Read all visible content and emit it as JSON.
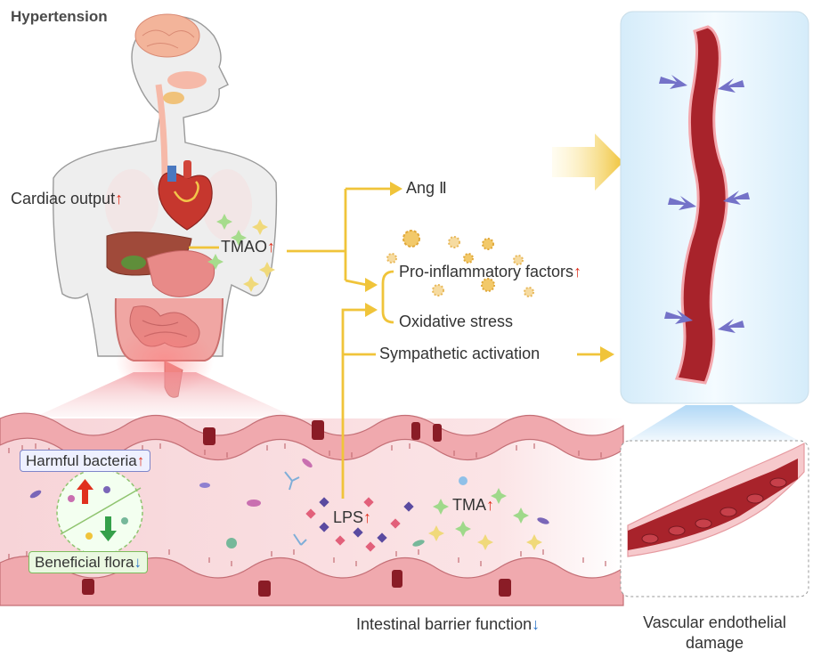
{
  "title": "Hypertension",
  "labels": {
    "cardiac_output": "Cardiac output",
    "tmao": "TMAO",
    "ang2": "Ang Ⅱ",
    "pro_inflammatory": "Pro-inflammatory factors",
    "oxidative_stress": "Oxidative stress",
    "sympathetic": "Sympathetic activation",
    "harmful_bacteria": "Harmful bacteria",
    "beneficial_flora": "Beneficial flora",
    "lps": "LPS",
    "tma": "TMA",
    "intestinal_barrier": "Intestinal barrier function",
    "vascular_line1": "Vascular endothelial",
    "vascular_line2": "damage"
  },
  "arrows": {
    "up": "↑",
    "down": "↓"
  },
  "colors": {
    "pathway_arrow": "#f0c43a",
    "increase_arrow": "#e0301e",
    "decrease_arrow": "#2a73c8",
    "vessel": "#a8232b",
    "harmful_box_border": "#7f86c9",
    "beneficial_box_border": "#7cbc5c"
  }
}
